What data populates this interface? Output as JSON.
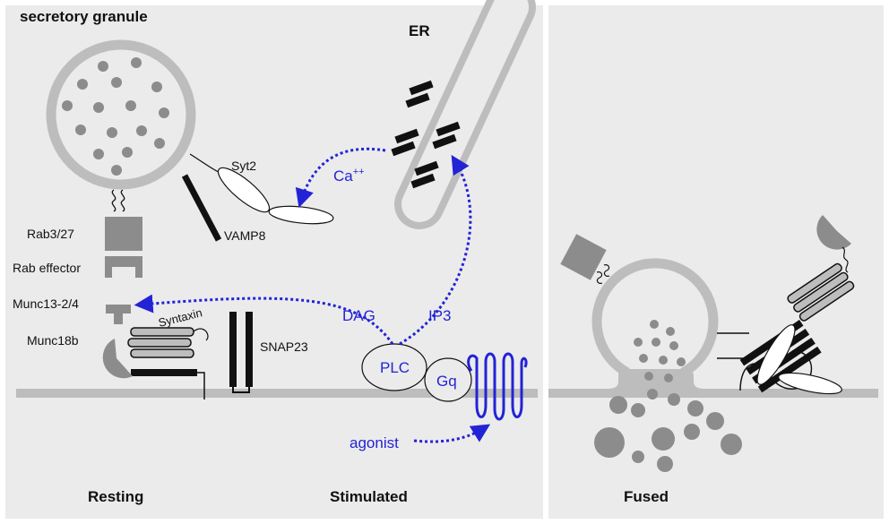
{
  "colors": {
    "background": "#ebebeb",
    "membrane": "#bdbdbd",
    "protein": "#8c8c8c",
    "dark": "#111111",
    "signal": "#2323d6"
  },
  "labels": {
    "secretory_granule": "secretory granule",
    "er": "ER",
    "syt2": "Syt2",
    "vamp8": "VAMP8",
    "rab": "Rab3/27",
    "rab_effector": "Rab effector",
    "munc13": "Munc13-2/4",
    "munc18": "Munc18b",
    "syntaxin": "Syntaxin",
    "snap23": "SNAP23",
    "calcium": "Ca",
    "calcium_sup": "++",
    "dag": "DAG",
    "ip3": "IP3",
    "plc": "PLC",
    "gq": "Gq",
    "agonist": "agonist"
  },
  "panels": {
    "resting": "Resting",
    "stimulated": "Stimulated",
    "fused": "Fused"
  }
}
